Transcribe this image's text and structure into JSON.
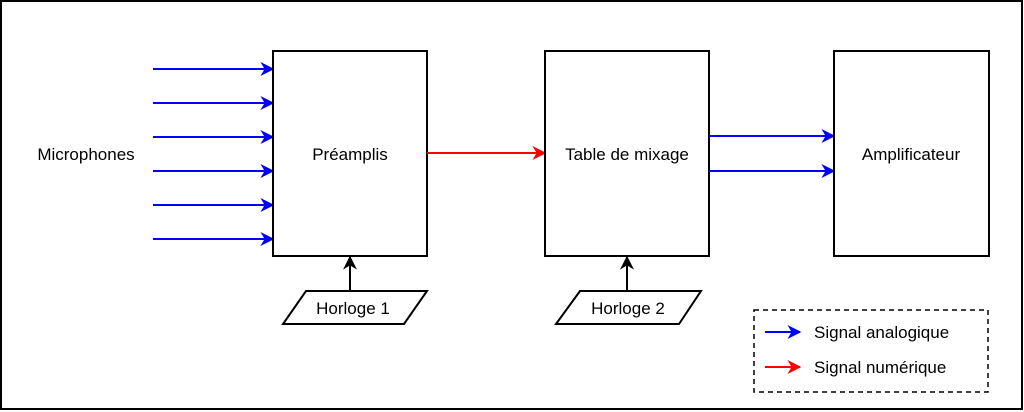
{
  "labels": {
    "microphones": "Microphones",
    "preamp": "Préamplis",
    "mixer": "Table de mixage",
    "amplifier": "Amplificateur",
    "clock1": "Horloge 1",
    "clock2": "Horloge 2"
  },
  "legend": {
    "items": [
      {
        "label": "Signal analogique",
        "color": "#0000ff"
      },
      {
        "label": "Signal numérique",
        "color": "#ff0000"
      }
    ]
  },
  "colors": {
    "analog": "#0000ff",
    "digital": "#ff0000",
    "control": "#000000"
  },
  "connections": {
    "microphone_inputs": 6,
    "mixer_to_amplifier": 2
  }
}
